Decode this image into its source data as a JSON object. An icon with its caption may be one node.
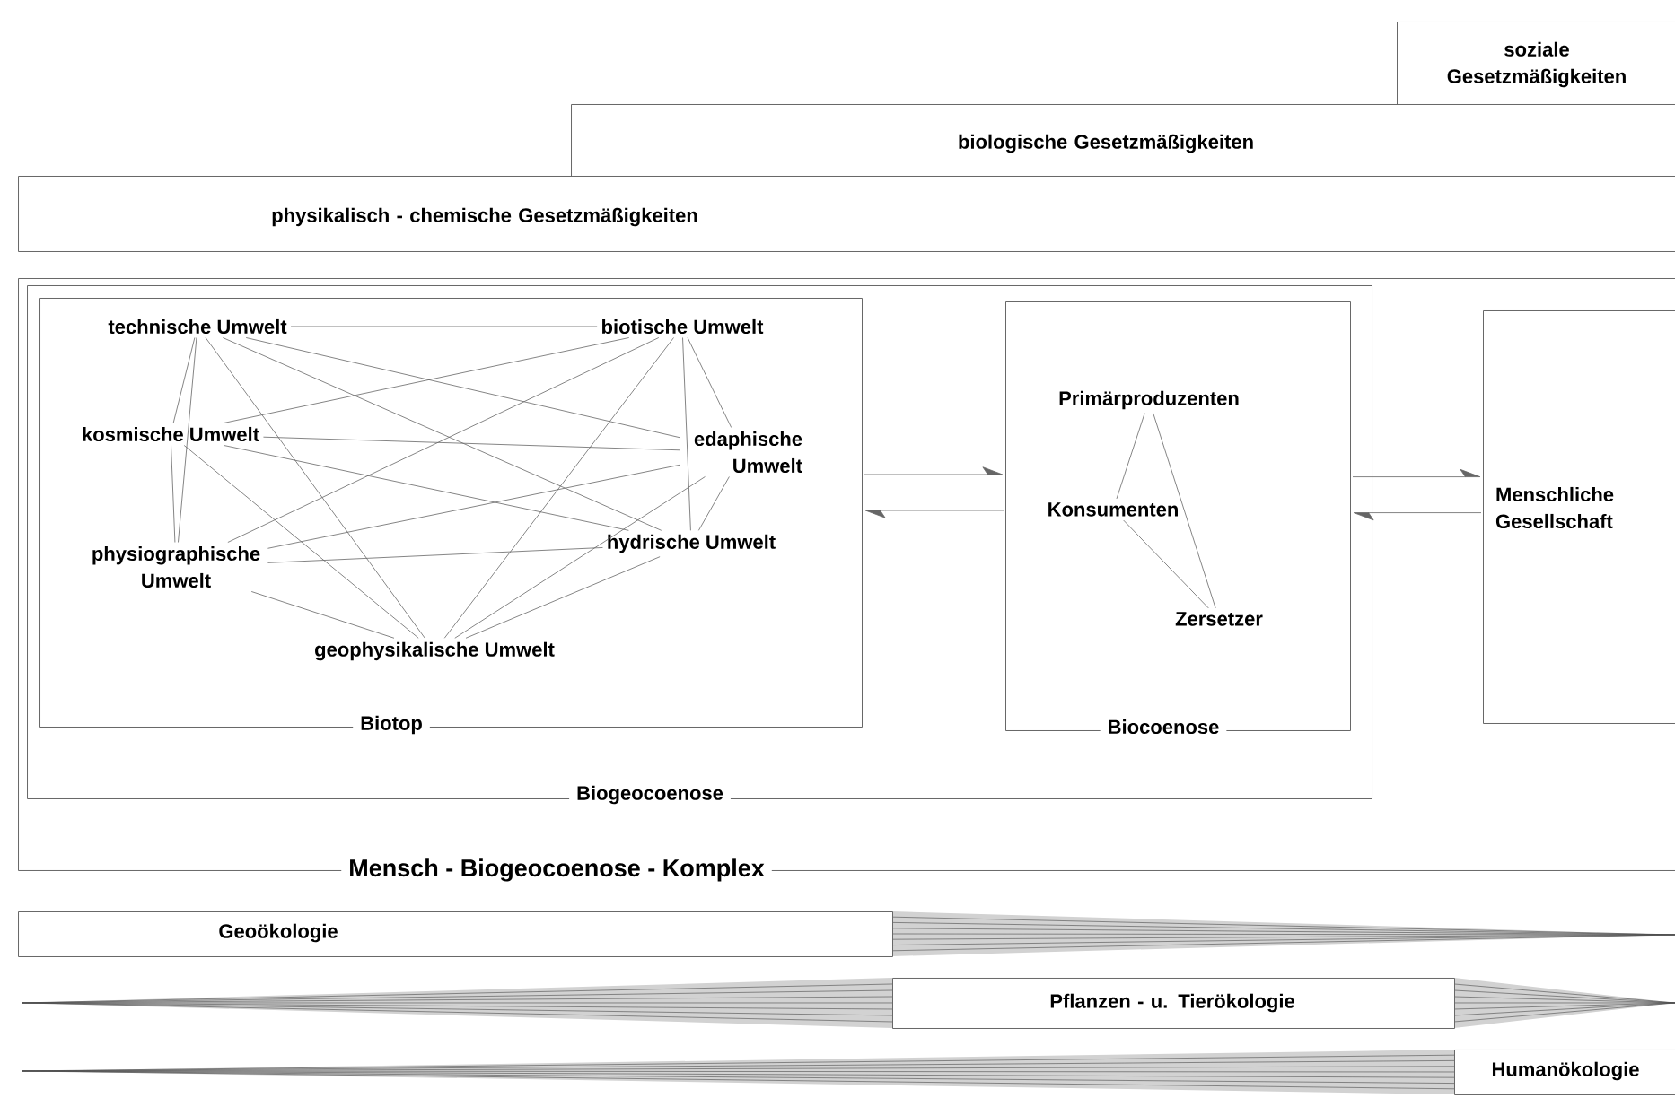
{
  "diagram": {
    "nodes": [
      {
        "text": [
          "soziale Gesetzmäßigkeiten"
        ]
      },
      {
        "text": [
          "biologische Gesetzmäßigkeiten"
        ]
      },
      {
        "text": [
          "physikalisch - chemische Gesetzmäßigkeiten"
        ]
      },
      {
        "text": [
          "Mensch - Biogeocoenose - Komplex"
        ]
      },
      {
        "text": [
          "Biogeocoenose"
        ],
        "in": 3
      },
      {
        "text": [
          "Biotop"
        ],
        "in": 4
      },
      {
        "text": [
          "technische Umwelt"
        ],
        "in": 5
      },
      {
        "text": [
          "biotische Umwelt"
        ],
        "in": 5
      },
      {
        "text": [
          "kosmische Umwelt"
        ],
        "in": 5
      },
      {
        "text": [
          "edaphische Umwelt"
        ],
        "in": 5
      },
      {
        "text": [
          "physiographische Umwelt"
        ],
        "in": 5
      },
      {
        "text": [
          "hydrische Umwelt"
        ],
        "in": 5
      },
      {
        "text": [
          "geophysikalische Umwelt"
        ],
        "in": 5
      },
      {
        "text": [
          "Biocoenose"
        ],
        "in": 4
      },
      {
        "text": [
          "Primärproduzenten"
        ],
        "in": 13
      },
      {
        "text": [
          "Konsumenten"
        ],
        "in": 13
      },
      {
        "text": [
          "Zersetzer"
        ],
        "in": 13
      },
      {
        "text": [
          "Menschliche Gesellschaft"
        ],
        "in": 3
      },
      {
        "text": [
          "Geoökologie"
        ]
      },
      {
        "text": [
          "Pflanzen - u. Tierökologie"
        ]
      },
      {
        "text": [
          "Humanökologie"
        ]
      }
    ],
    "edges": [
      {
        "from": 6,
        "to": 7,
        "arrow": "none"
      },
      {
        "from": 6,
        "to": 8,
        "arrow": "none"
      },
      {
        "from": 6,
        "to": 9,
        "arrow": "none"
      },
      {
        "from": 6,
        "to": 10,
        "arrow": "none"
      },
      {
        "from": 6,
        "to": 11,
        "arrow": "none"
      },
      {
        "from": 6,
        "to": 12,
        "arrow": "none"
      },
      {
        "from": 7,
        "to": 8,
        "arrow": "none"
      },
      {
        "from": 7,
        "to": 9,
        "arrow": "none"
      },
      {
        "from": 7,
        "to": 10,
        "arrow": "none"
      },
      {
        "from": 7,
        "to": 11,
        "arrow": "none"
      },
      {
        "from": 7,
        "to": 12,
        "arrow": "none"
      },
      {
        "from": 8,
        "to": 9,
        "arrow": "none"
      },
      {
        "from": 8,
        "to": 10,
        "arrow": "none"
      },
      {
        "from": 8,
        "to": 11,
        "arrow": "none"
      },
      {
        "from": 8,
        "to": 12,
        "arrow": "none"
      },
      {
        "from": 9,
        "to": 10,
        "arrow": "none"
      },
      {
        "from": 9,
        "to": 11,
        "arrow": "none"
      },
      {
        "from": 9,
        "to": 12,
        "arrow": "none"
      },
      {
        "from": 10,
        "to": 11,
        "arrow": "none"
      },
      {
        "from": 10,
        "to": 12,
        "arrow": "none"
      },
      {
        "from": 11,
        "to": 12,
        "arrow": "none"
      },
      {
        "from": 14,
        "to": 15,
        "arrow": "none"
      },
      {
        "from": 14,
        "to": 16,
        "arrow": "none"
      },
      {
        "from": 15,
        "to": 16,
        "arrow": "none"
      },
      {
        "from": 5,
        "to": 13,
        "arrow": "to"
      },
      {
        "from": 13,
        "to": 5,
        "arrow": "to"
      },
      {
        "from": 13,
        "to": 17,
        "arrow": "to"
      },
      {
        "from": 17,
        "to": 13,
        "arrow": "to"
      }
    ]
  }
}
